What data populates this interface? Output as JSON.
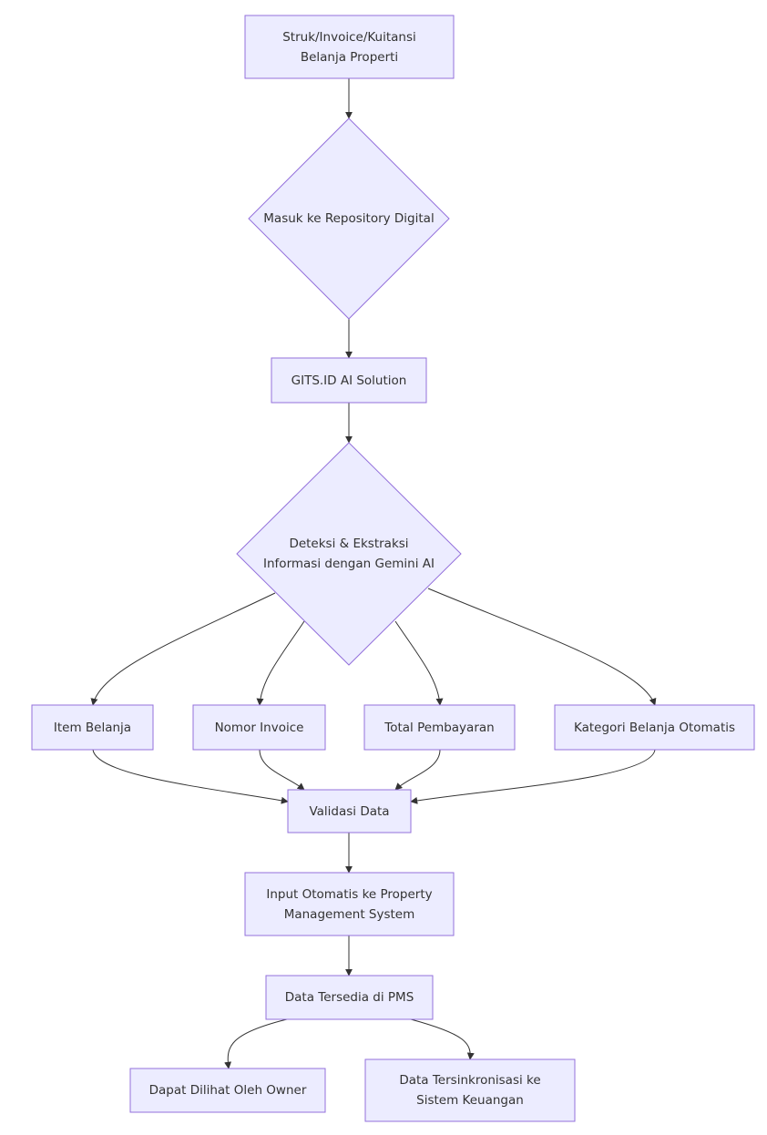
{
  "nodes": {
    "struk": "Struk/Invoice/Kuitansi\nBelanja Properti",
    "repository": "Masuk ke Repository Digital",
    "gits": "GITS.ID AI Solution",
    "deteksi": "Deteksi & Ekstraksi\nInformasi dengan Gemini AI",
    "item": "Item Belanja",
    "nomor": "Nomor Invoice",
    "total": "Total Pembayaran",
    "kategori": "Kategori Belanja Otomatis",
    "validasi": "Validasi Data",
    "input": "Input Otomatis ke Property\nManagement System",
    "tersedia": "Data Tersedia di PMS",
    "owner": "Dapat Dilihat Oleh Owner",
    "sinkron": "Data Tersinkronisasi ke\nSistem Keuangan"
  },
  "colors": {
    "node_fill": "#ECECFF",
    "node_stroke": "#9370DB",
    "edge": "#333333",
    "text": "#333333"
  }
}
